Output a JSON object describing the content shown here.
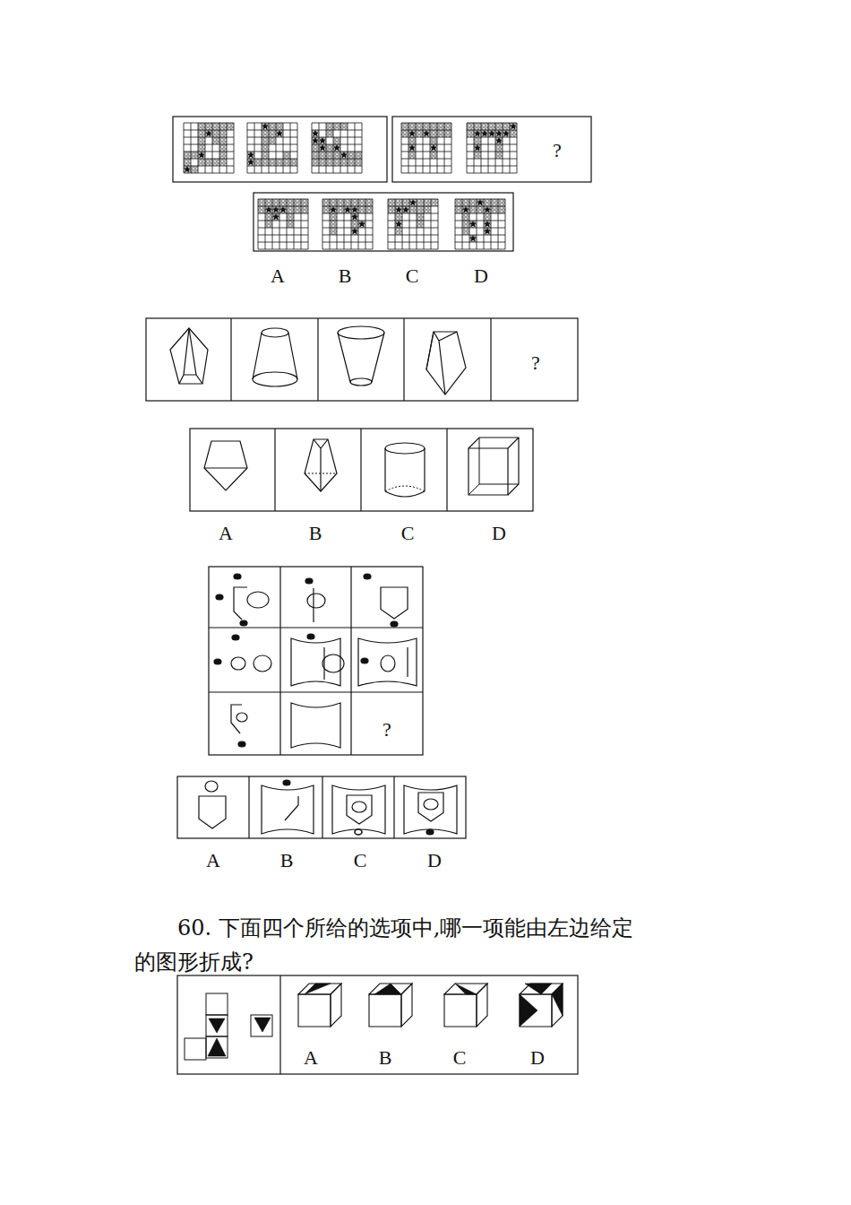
{
  "diagram": {
    "labels": [
      "?",
      "A",
      "B",
      "C",
      "D",
      "?",
      "A",
      "B",
      "C",
      "D",
      "?",
      "A",
      "B",
      "C",
      "D",
      "60. 下面四个所给的选项中,哪一项能由左边给定的图形折成?",
      "A",
      "B",
      "C",
      "D"
    ]
  }
}
